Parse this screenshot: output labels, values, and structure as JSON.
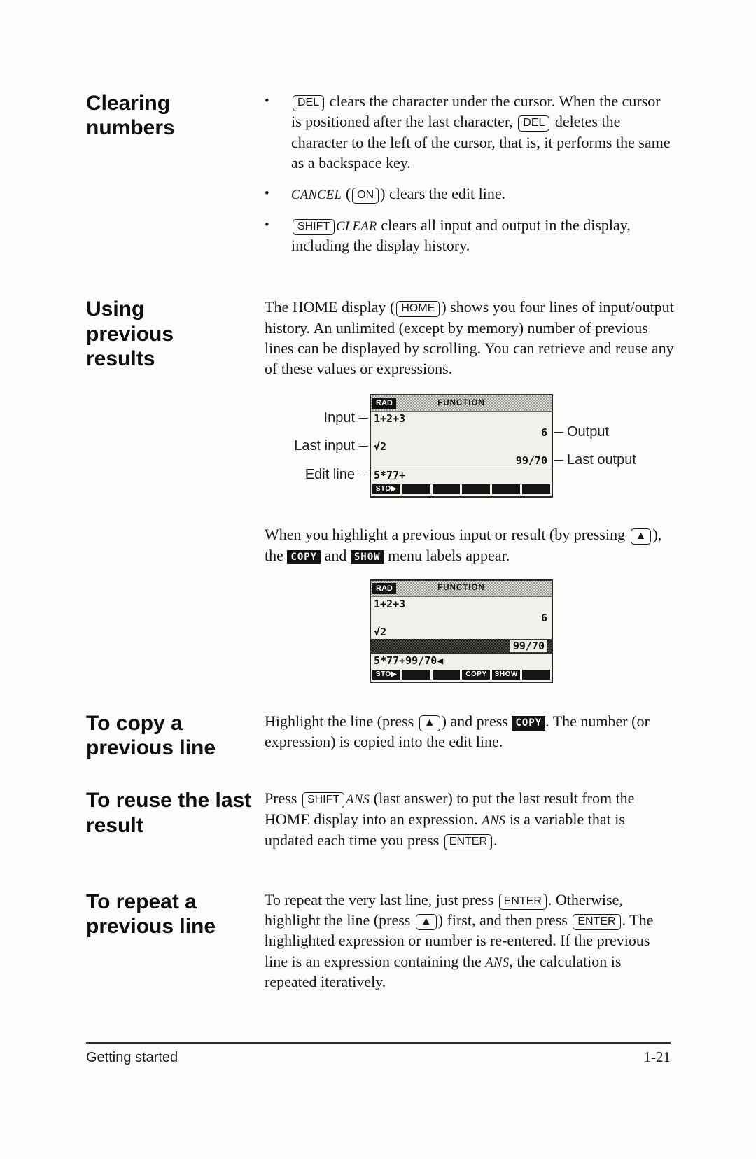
{
  "page": {
    "footer": {
      "left": "Getting started",
      "right": "1-21"
    }
  },
  "sections": {
    "clearing": {
      "heading": "Clearing\nnumbers",
      "bullets": [
        [
          {
            "t": "key",
            "v": "DEL"
          },
          {
            "t": "text",
            "v": " clears the character under the cursor. When the cursor is positioned after the last character, "
          },
          {
            "t": "key",
            "v": "DEL"
          },
          {
            "t": "text",
            "v": " deletes the character to the left of the cursor, that is, it performs the same as a backspace key."
          }
        ],
        [
          {
            "t": "var",
            "v": "CANCEL"
          },
          {
            "t": "text",
            "v": " ("
          },
          {
            "t": "key",
            "v": "ON"
          },
          {
            "t": "text",
            "v": ") clears the edit line."
          }
        ],
        [
          {
            "t": "key",
            "v": "SHIFT"
          },
          {
            "t": "var",
            "v": "CLEAR"
          },
          {
            "t": "text",
            "v": " clears all input and output in the display, including the display history."
          }
        ]
      ]
    },
    "using": {
      "heading": "Using\nprevious\nresults",
      "intro": [
        {
          "t": "text",
          "v": "The HOME display ("
        },
        {
          "t": "key",
          "v": "HOME"
        },
        {
          "t": "text",
          "v": ") shows you four lines of input/output history. An unlimited (except by memory) number of previous lines can be displayed by scrolling. You can retrieve and reuse any of these values or expressions."
        }
      ],
      "highlight_para": [
        {
          "t": "text",
          "v": "When you highlight a previous input or result (by pressing "
        },
        {
          "t": "key",
          "v": "▲",
          "n": "up-arrow-key"
        },
        {
          "t": "text",
          "v": "), the "
        },
        {
          "t": "menu",
          "v": "COPY",
          "n": "copy-menu-label"
        },
        {
          "t": "text",
          "v": " and "
        },
        {
          "t": "menu",
          "v": "SHOW",
          "n": "show-menu-label"
        },
        {
          "t": "text",
          "v": " menu labels appear."
        }
      ]
    },
    "copy": {
      "heading": "To copy a\nprevious line",
      "body": [
        {
          "t": "text",
          "v": "Highlight the line (press "
        },
        {
          "t": "key",
          "v": "▲",
          "n": "up-arrow-key"
        },
        {
          "t": "text",
          "v": ") and press "
        },
        {
          "t": "menu",
          "v": "COPY",
          "n": "copy-menu-label"
        },
        {
          "t": "text",
          "v": ". The number (or expression) is copied into the edit line."
        }
      ]
    },
    "reuse": {
      "heading": "To reuse the last\nresult",
      "body": [
        {
          "t": "text",
          "v": "Press "
        },
        {
          "t": "key",
          "v": "SHIFT"
        },
        {
          "t": "var",
          "v": "ANS"
        },
        {
          "t": "text",
          "v": " (last answer) to put the last result from the HOME display into an expression. "
        },
        {
          "t": "var",
          "v": "ANS"
        },
        {
          "t": "text",
          "v": " is a variable that is updated each time you press "
        },
        {
          "t": "key",
          "v": "ENTER"
        },
        {
          "t": "text",
          "v": "."
        }
      ]
    },
    "repeat": {
      "heading": "To repeat a\nprevious line",
      "body": [
        {
          "t": "text",
          "v": "To repeat the very last line, just press "
        },
        {
          "t": "key",
          "v": "ENTER"
        },
        {
          "t": "text",
          "v": ". Otherwise, highlight the line (press "
        },
        {
          "t": "key",
          "v": "▲",
          "n": "up-arrow-key"
        },
        {
          "t": "text",
          "v": ") first, and then press "
        },
        {
          "t": "key",
          "v": "ENTER"
        },
        {
          "t": "text",
          "v": ". The highlighted expression or number is re-entered. If the previous line is an expression containing the "
        },
        {
          "t": "var",
          "v": "ANS"
        },
        {
          "t": "text",
          "v": ", the calculation is repeated iteratively."
        }
      ]
    }
  },
  "figure1": {
    "labels": {
      "input": "Input",
      "last_input": "Last input",
      "edit_line": "Edit line",
      "output": "Output",
      "last_output": "Last output"
    },
    "screen": {
      "annunciator": "RAD",
      "mode": "FUNCTION",
      "lines": [
        {
          "text": "1+2+3",
          "align": "left"
        },
        {
          "text": "6",
          "align": "right"
        },
        {
          "text": "√2",
          "align": "left"
        },
        {
          "text": "99/70",
          "align": "right"
        },
        {
          "text": "5*77+",
          "align": "left",
          "edit": true
        }
      ],
      "menu": [
        "STO▶",
        "",
        "",
        "",
        "",
        ""
      ]
    }
  },
  "figure2": {
    "screen": {
      "annunciator": "RAD",
      "mode": "FUNCTION",
      "lines": [
        {
          "text": "1+2+3",
          "align": "left"
        },
        {
          "text": "6",
          "align": "right"
        },
        {
          "text": "√2",
          "align": "left"
        },
        {
          "text": "99/70",
          "align": "right",
          "highlight": true
        },
        {
          "text": "5*77+99/70◀",
          "align": "left",
          "edit": true
        }
      ],
      "menu": [
        "STO▶",
        "",
        "",
        "COPY",
        "SHOW",
        ""
      ]
    }
  }
}
